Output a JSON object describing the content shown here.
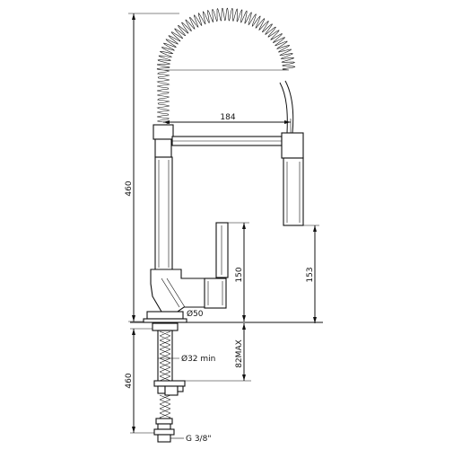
{
  "dimensions": {
    "total_height": "460",
    "spout_reach": "184",
    "handle_height": "150",
    "spray_height": "153",
    "base_diameter": "Ø50",
    "hole_diameter": "Ø32 min",
    "max_deck_thickness": "82MAX",
    "hose_length": "460",
    "thread": "G 3/8\""
  },
  "colors": {
    "line": "#111111",
    "background": "#ffffff"
  }
}
